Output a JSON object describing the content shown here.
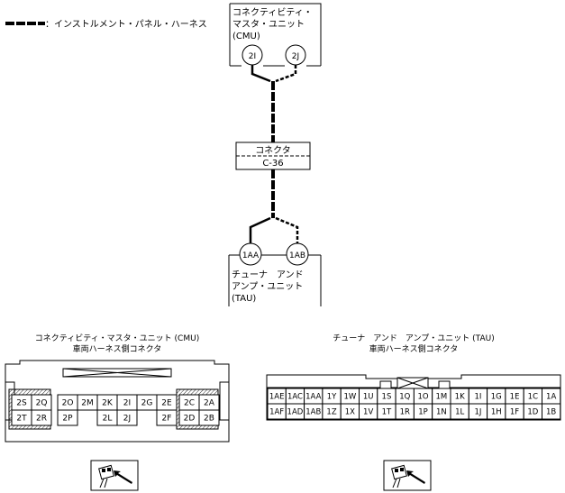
{
  "legend": {
    "label": "：インストルメント・パネル・ハーネス"
  },
  "cmu": {
    "line1": "コネクティビティ・",
    "line2": "マスタ・ユニット",
    "line3": "(CMU)",
    "pin_left": "2I",
    "pin_right": "2J"
  },
  "joint": {
    "line1": "コネクタ",
    "line2": "C-36"
  },
  "tau": {
    "line1": "チューナ　アンド",
    "line2": "アンプ・ユニット",
    "line3": "(TAU)",
    "pin_left": "1AA",
    "pin_right": "1AB"
  },
  "cmu_connector": {
    "title": "コネクティビティ・マスタ・ユニット (CMU)",
    "subtitle": "車両ハーネス側コネクタ",
    "left_block": [
      [
        "2S",
        "2Q"
      ],
      [
        "2T",
        "2R"
      ]
    ],
    "middle_top": [
      "2O",
      "2M",
      "2K",
      "2I",
      "2G",
      "2E"
    ],
    "middle_bottom": [
      "2P",
      "",
      "2L",
      "2J",
      "",
      "2F"
    ],
    "right_block": [
      [
        "2C",
        "2A"
      ],
      [
        "2D",
        "2B"
      ]
    ]
  },
  "tau_connector": {
    "title": "チューナ　アンド　アンプ・ユニット (TAU)",
    "subtitle": "車両ハーネス側コネクタ",
    "row1": [
      "1AE",
      "1AC",
      "1AA",
      "1Y",
      "1W",
      "1U",
      "1S",
      "1Q",
      "1O",
      "1M",
      "1K",
      "1I",
      "1G",
      "1E",
      "1C",
      "1A"
    ],
    "row2": [
      "1AF",
      "1AD",
      "1AB",
      "1Z",
      "1X",
      "1V",
      "1T",
      "1R",
      "1P",
      "1N",
      "1L",
      "1J",
      "1H",
      "1F",
      "1D",
      "1B"
    ]
  },
  "icons": {
    "view_direction": "connector-view-arrow-icon"
  }
}
